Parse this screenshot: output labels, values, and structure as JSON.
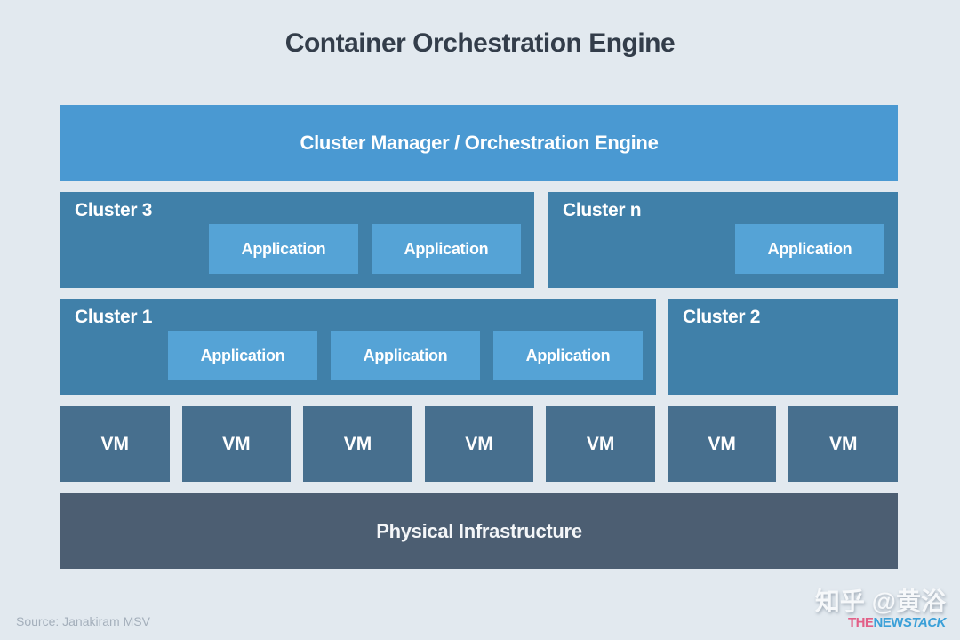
{
  "page": {
    "title": "Container Orchestration Engine",
    "background_color": "#e2e9ef"
  },
  "diagram": {
    "manager_bar": {
      "label": "Cluster Manager / Orchestration Engine",
      "color": "#4a99d2"
    },
    "rows": [
      {
        "clusters": [
          {
            "name": "Cluster 3",
            "apps": [
              "Application",
              "Application"
            ]
          },
          {
            "name": "Cluster n",
            "apps": [
              "Application"
            ]
          }
        ]
      },
      {
        "clusters": [
          {
            "name": "Cluster 1",
            "apps": [
              "Application",
              "Application",
              "Application"
            ]
          },
          {
            "name": "Cluster 2",
            "apps": []
          }
        ]
      }
    ],
    "vms": [
      "VM",
      "VM",
      "VM",
      "VM",
      "VM",
      "VM",
      "VM"
    ],
    "infrastructure_bar": {
      "label": "Physical Infrastructure",
      "color": "#4c5e72"
    },
    "colors": {
      "cluster_box": "#4080a9",
      "application_box": "#55a3d6",
      "vm_box": "#476f8e",
      "label_text": "#ffffff"
    }
  },
  "footer": {
    "source": "Source: Janakiram MSV",
    "watermark": "知乎 @黄浴",
    "logo": {
      "the": "THE",
      "new": "NEW",
      "stack": "STACK"
    }
  }
}
